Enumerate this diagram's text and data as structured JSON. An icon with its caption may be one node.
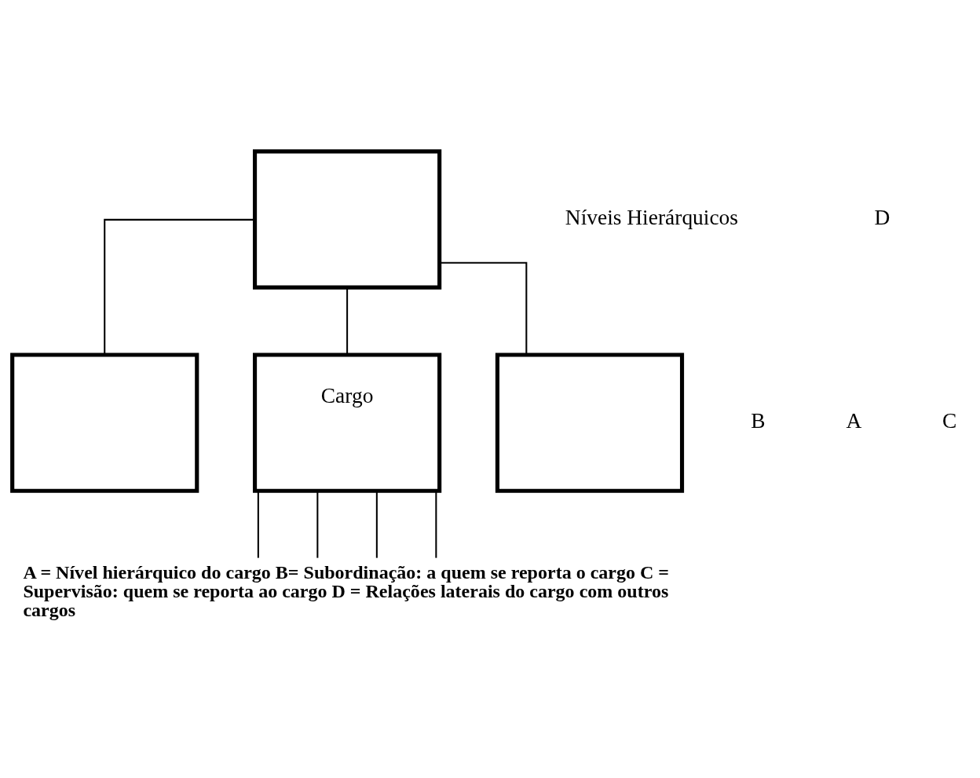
{
  "diagram": {
    "caption": "A = Nível hierárquico do cargo B= Subordinação: a quem se reporta o cargo C = Supervisão: quem se reporta ao cargo D = Relações laterais do cargo com outros cargos",
    "nodes": [
      {
        "text": [],
        "shape": "box"
      },
      {
        "text": [],
        "shape": "box"
      },
      {
        "text": [
          "Cargo"
        ]
      },
      {
        "text": [],
        "shape": "box"
      }
    ],
    "edges": [
      {
        "from": 0,
        "to": 1,
        "arrow": "none"
      },
      {
        "from": 0,
        "to": 2,
        "arrow": "none"
      },
      {
        "from": 0,
        "to": 3,
        "arrow": "none"
      },
      {
        "from": 2,
        "to": null,
        "arrow": "none"
      },
      {
        "from": 2,
        "to": null,
        "arrow": "none"
      },
      {
        "from": 2,
        "to": null,
        "arrow": "none"
      },
      {
        "from": 2,
        "to": null,
        "arrow": "none"
      }
    ],
    "labels": [
      "Níveis Hierárquicos",
      "D",
      "B",
      "A",
      "C"
    ]
  }
}
